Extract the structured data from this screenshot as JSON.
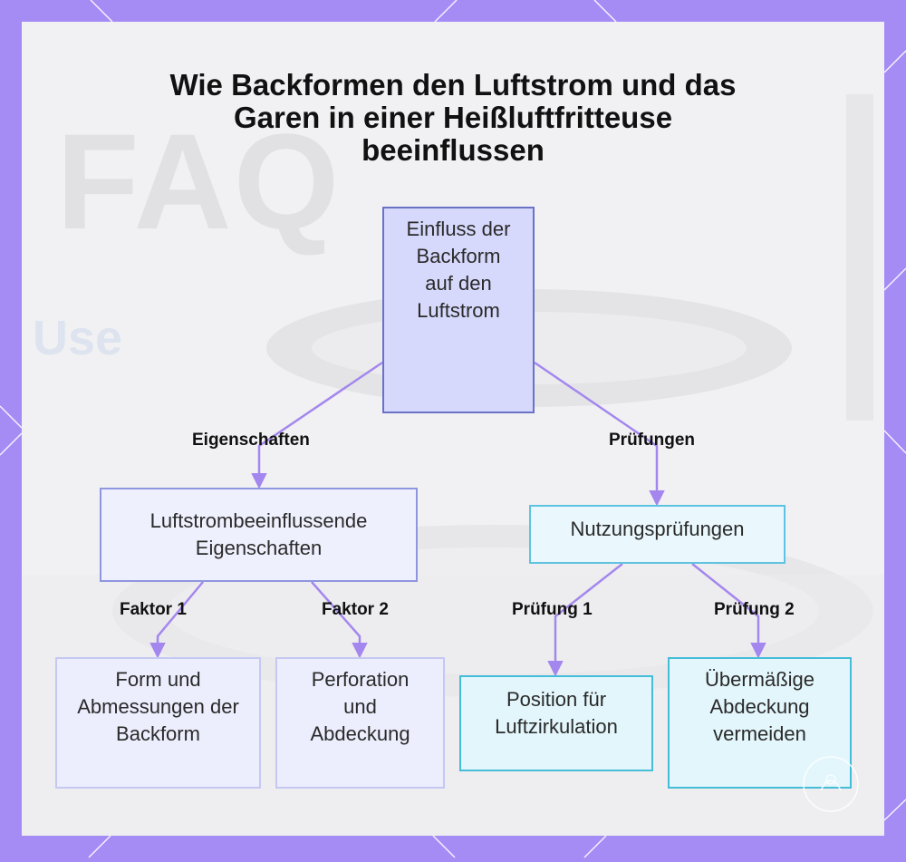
{
  "title": "Wie Backformen den Luftstrom und das\nGaren in einer Heißluftfritteuse\nbeeinflussen",
  "background_text": {
    "faq": "FAQ",
    "use": "Use"
  },
  "nodes": {
    "root": "Einfluss der Backform auf den Luftstrom",
    "properties": "Luftstrombeeinflussende Eigenschaften",
    "usage_checks": "Nutzungsprüfungen",
    "form": "Form und Abmessungen der Backform",
    "perforation": "Perforation und Abdeckung",
    "position": "Position für Luftzirkulation",
    "overcover": "Übermäßige Abdeckung vermeiden"
  },
  "edge_labels": {
    "eigenschaften": "Eigenschaften",
    "pruefungen": "Prüfungen",
    "faktor1": "Faktor 1",
    "faktor2": "Faktor 2",
    "pruefung1": "Prüfung 1",
    "pruefung2": "Prüfung 2"
  },
  "colors": {
    "frame": "#a58cf5",
    "edge": "#a487ee",
    "root_fill": "#d6d9fb",
    "root_border": "#6a72c8",
    "cyan_border": "#45bcd8"
  }
}
